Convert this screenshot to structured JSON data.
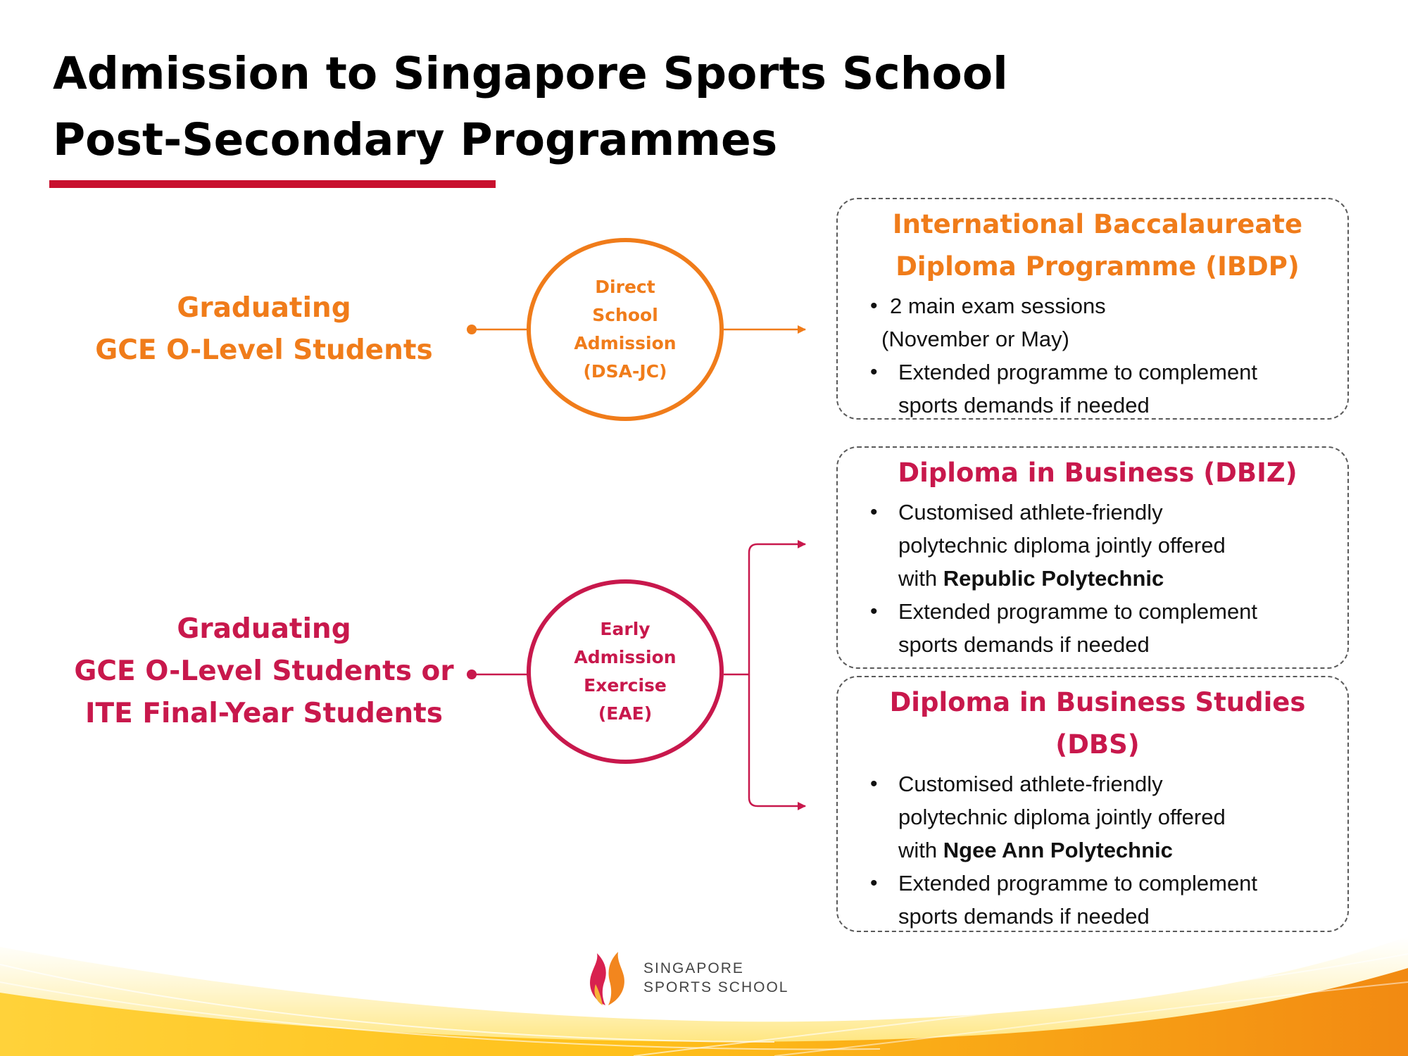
{
  "title": {
    "line1": "Admission to Singapore Sports School",
    "line2": "Post-Secondary Programmes"
  },
  "colors": {
    "accent_red": "#c8102e",
    "orange": "#f07c1a",
    "crimson": "#c8184c"
  },
  "sources": {
    "olevel": {
      "line1": "Graduating",
      "line2": "GCE O-Level Students"
    },
    "olevel_ite": {
      "line1": "Graduating",
      "line2": "GCE O-Level Students or",
      "line3": "ITE Final-Year Students"
    }
  },
  "routes": {
    "dsa": {
      "line1": "Direct",
      "line2": "School",
      "line3": "Admission",
      "line4": "(DSA-JC)"
    },
    "eae": {
      "line1": "Early",
      "line2": "Admission",
      "line3": "Exercise",
      "line4": "(EAE)"
    }
  },
  "programmes": {
    "ibdp": {
      "title_line1": "International Baccalaureate",
      "title_line2": "Diploma Programme (IBDP)",
      "bullet1_line1": "2 main exam sessions",
      "bullet1_line2": "(November or May)",
      "bullet2_line1": "Extended programme to complement",
      "bullet2_line2": "sports demands if needed"
    },
    "dbiz": {
      "title": "Diploma in Business (DBIZ)",
      "bullet1_line1": "Customised athlete-friendly",
      "bullet1_line2": "polytechnic diploma jointly offered",
      "bullet1_with": "with",
      "bullet1_partner": "Republic Polytechnic",
      "bullet2_line1": "Extended programme to complement",
      "bullet2_line2": "sports demands if needed"
    },
    "dbs": {
      "title_line1": "Diploma in Business Studies",
      "title_line2": "(DBS)",
      "bullet1_line1": "Customised athlete-friendly",
      "bullet1_line2": "polytechnic diploma jointly offered",
      "bullet1_with": "with",
      "bullet1_partner": "Ngee Ann Polytechnic",
      "bullet2_line1": "Extended programme to complement",
      "bullet2_line2": "sports demands if needed"
    }
  },
  "logo": {
    "line1": "SINGAPORE",
    "line2": "SPORTS SCHOOL",
    "icon": "flame-logo-icon"
  }
}
